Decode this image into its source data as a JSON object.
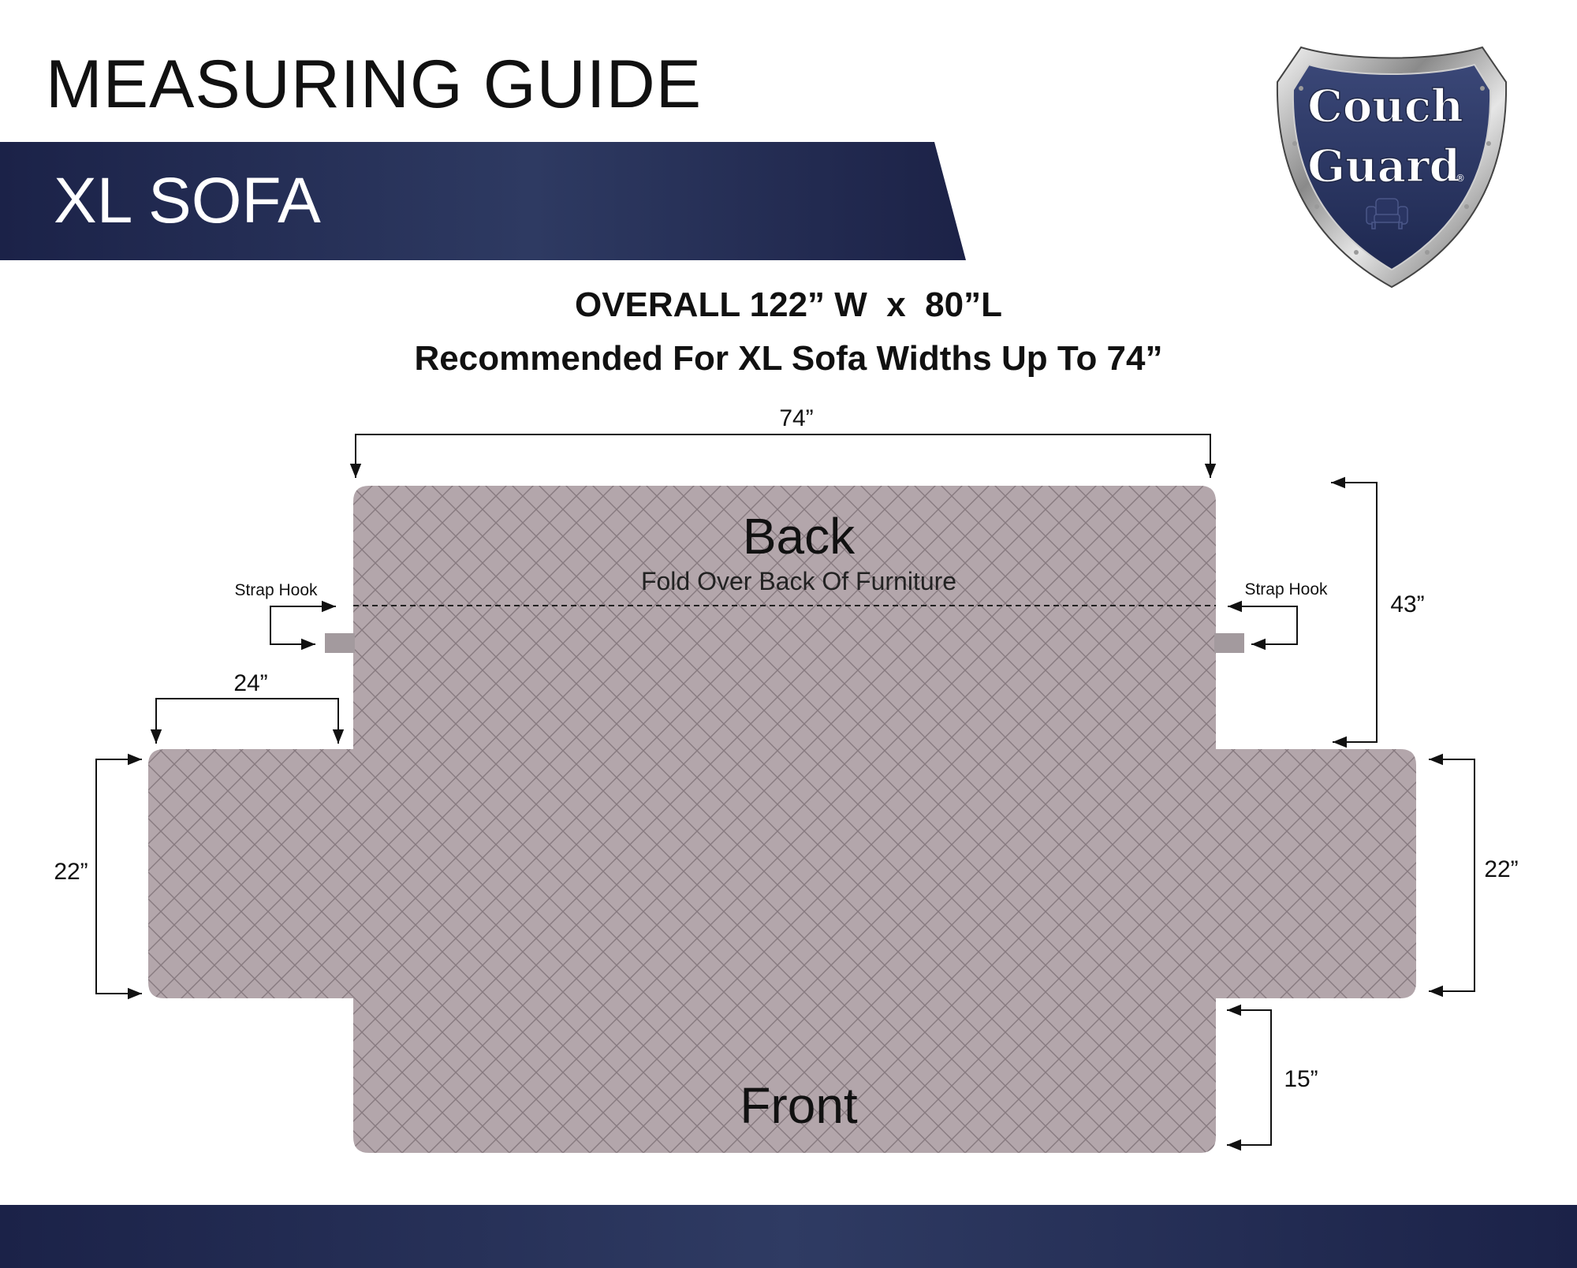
{
  "header": {
    "title": "MEASURING GUIDE",
    "banner": "XL SOFA"
  },
  "logo": {
    "line1": "Couch",
    "line2": "Guard",
    "mark": "®",
    "icon": "armchair-icon"
  },
  "summary": {
    "overall": "OVERALL 122” W  x  80”L",
    "recommendation": "Recommended For XL Sofa Widths Up To 74”"
  },
  "diagram": {
    "back_label": "Back",
    "back_note": "Fold Over Back Of Furniture",
    "front_label": "Front",
    "strap_hook_left": "Strap Hook",
    "strap_hook_right": "Strap Hook",
    "dimensions": {
      "back_width": "74”",
      "back_length": "43”",
      "arm_width": "24”",
      "arm_length_left": "22”",
      "arm_length_right": "22”",
      "front_length": "15”"
    }
  },
  "colors": {
    "navy": "#1b2248",
    "cover_fabric": "#b3a6ab",
    "quilt_line": "#877a80",
    "strap": "#a39a9e"
  }
}
